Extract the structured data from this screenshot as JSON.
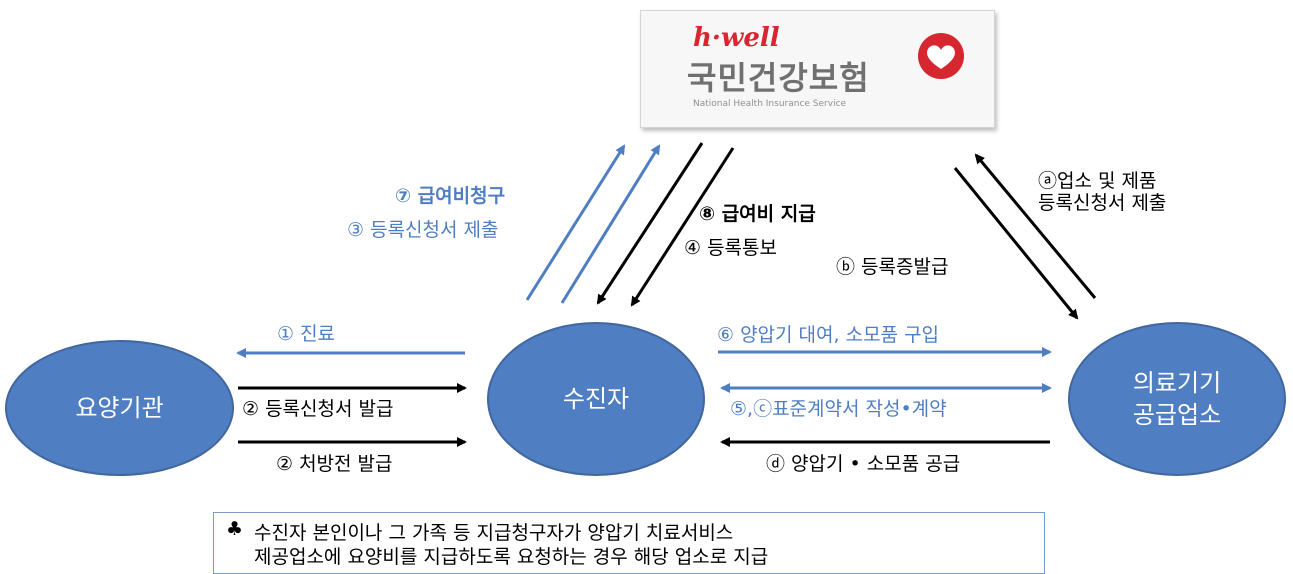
{
  "logo": {
    "brand": "h·well",
    "org_name": "국민건강보험",
    "org_name_en": "National Health Insurance Service",
    "brand_color": "#d6262f"
  },
  "nodes": {
    "yoyang": "요양기관",
    "sujinja": "수진자",
    "supplier_line1": "의료기기",
    "supplier_line2": "공급업소"
  },
  "labels": {
    "claim": "⑦ 급여비청구",
    "register_submit": "③ 등록신청서 제출",
    "payment": "⑧ 급여비 지급",
    "notice": "④ 등록통보",
    "supplier_submit_1": "ⓐ업소 및 제품",
    "supplier_submit_2": "등록신청서 제출",
    "cert_issue": "ⓑ 등록증발급",
    "treatment": "① 진료",
    "register_issue": "② 등록신청서 발급",
    "prescription_issue": "② 처방전 발급",
    "rental": "⑥ 양압기 대여, 소모품 구입",
    "contract": "⑤,ⓒ표준계약서 작성•계약",
    "supply": "ⓓ 양압기 • 소모품 공급"
  },
  "note": {
    "symbol": "♣",
    "line1": "수진자 본인이나 그 가족 등 지급청구자가 양압기 치료서비스",
    "line2": "제공업소에 요양비를 지급하도록 요청하는 경우 해당 업소로 지급"
  },
  "colors": {
    "node_fill": "#4f7ec2",
    "blue_arrow": "#4f7ec2",
    "black_arrow": "#000000"
  }
}
